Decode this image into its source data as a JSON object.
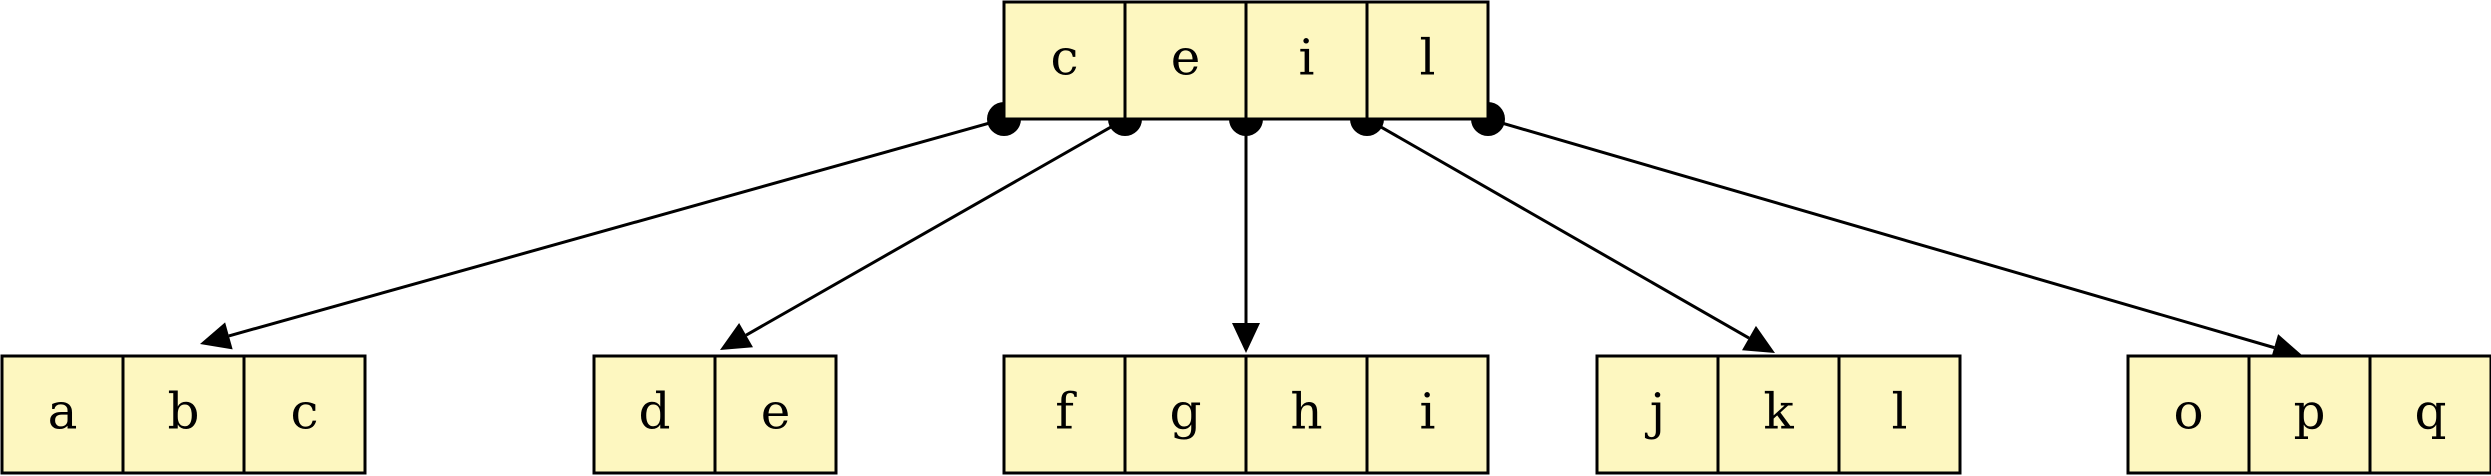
{
  "diagram": {
    "root": {
      "keys": [
        "c",
        "e",
        "i",
        "l"
      ]
    },
    "children": [
      {
        "keys": [
          "a",
          "b",
          "c"
        ]
      },
      {
        "keys": [
          "d",
          "e"
        ]
      },
      {
        "keys": [
          "f",
          "g",
          "h",
          "i"
        ]
      },
      {
        "keys": [
          "j",
          "k",
          "l"
        ]
      },
      {
        "keys": [
          "o",
          "p",
          "q"
        ]
      }
    ],
    "colors": {
      "cell_fill": "#fdf7c0",
      "stroke": "#000000"
    }
  }
}
